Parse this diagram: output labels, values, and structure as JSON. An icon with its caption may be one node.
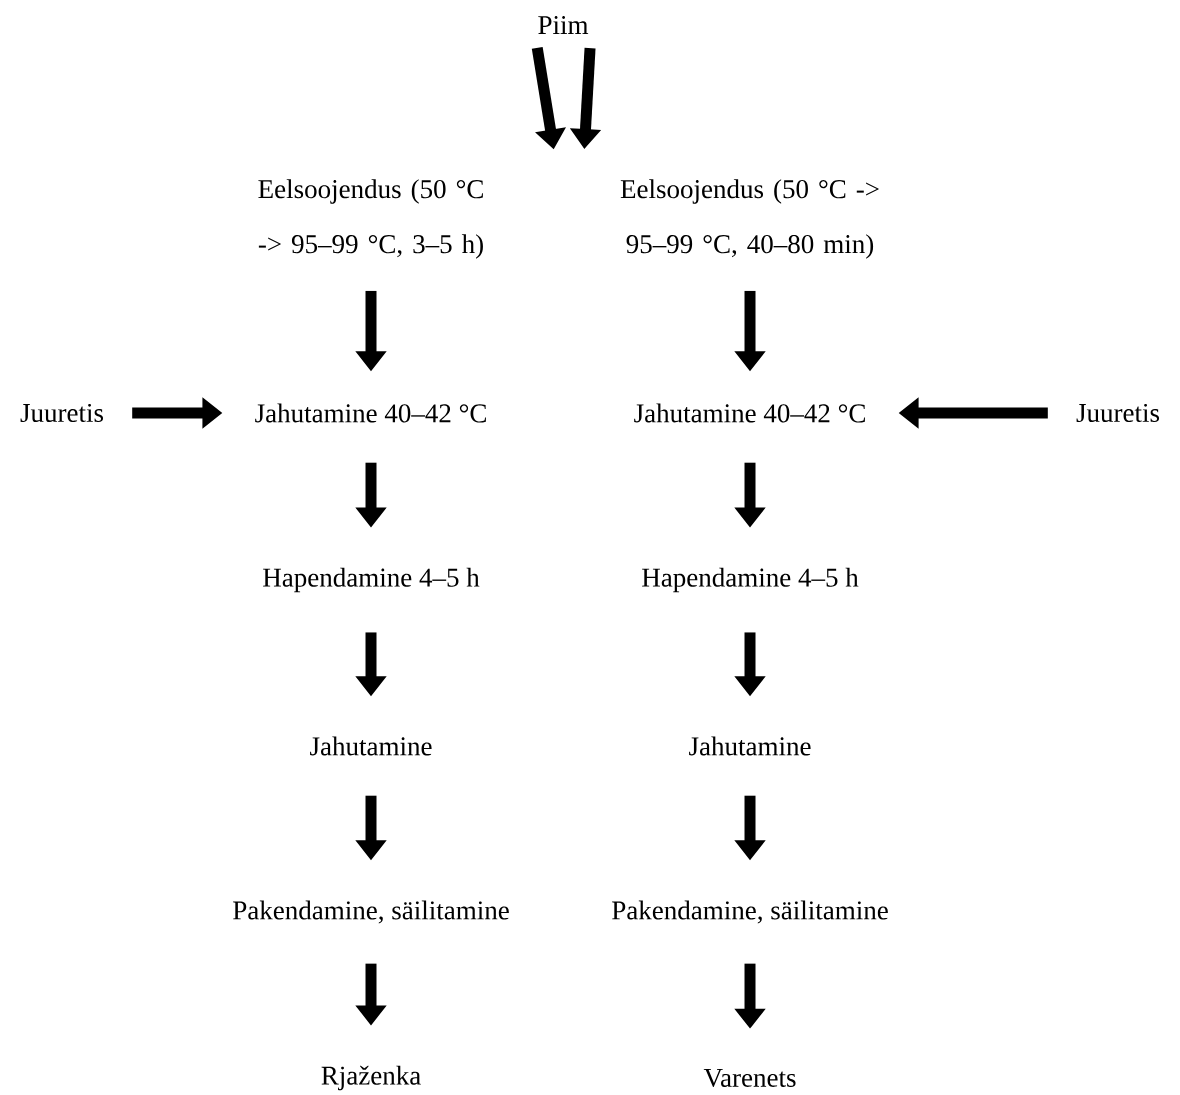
{
  "diagram": {
    "nodes": [
      {
        "text": [
          "Piim"
        ]
      },
      {
        "text": [
          "Eelsoojendus (50 °C -> 95–99 °C, 3–5 h)"
        ]
      },
      {
        "text": [
          "Eelsoojendus (50 °C -> 95–99 °C, 40–80 min)"
        ]
      },
      {
        "text": [
          "Juuretis"
        ]
      },
      {
        "text": [
          "Jahutamine 40–42 °C"
        ]
      },
      {
        "text": [
          "Jahutamine 40–42 °C"
        ]
      },
      {
        "text": [
          "Juuretis"
        ]
      },
      {
        "text": [
          "Hapendamine 4–5 h"
        ]
      },
      {
        "text": [
          "Hapendamine 4–5 h"
        ]
      },
      {
        "text": [
          "Jahutamine"
        ]
      },
      {
        "text": [
          "Jahutamine"
        ]
      },
      {
        "text": [
          "Pakendamine, säilitamine"
        ]
      },
      {
        "text": [
          "Pakendamine, säilitamine"
        ]
      },
      {
        "text": [
          "Rjaženka"
        ]
      },
      {
        "text": [
          "Varenets"
        ]
      }
    ],
    "edges": [
      {
        "from": 0,
        "to": 1,
        "arrow": "to"
      },
      {
        "from": 0,
        "to": 2,
        "arrow": "to"
      },
      {
        "from": 1,
        "to": 4,
        "arrow": "to"
      },
      {
        "from": 2,
        "to": 5,
        "arrow": "to"
      },
      {
        "from": 3,
        "to": 4,
        "arrow": "to"
      },
      {
        "from": 6,
        "to": 5,
        "arrow": "to"
      },
      {
        "from": 4,
        "to": 7,
        "arrow": "to"
      },
      {
        "from": 5,
        "to": 8,
        "arrow": "to"
      },
      {
        "from": 7,
        "to": 9,
        "arrow": "to"
      },
      {
        "from": 8,
        "to": 10,
        "arrow": "to"
      },
      {
        "from": 9,
        "to": 11,
        "arrow": "to"
      },
      {
        "from": 10,
        "to": 12,
        "arrow": "to"
      },
      {
        "from": 11,
        "to": 13,
        "arrow": "to"
      },
      {
        "from": 12,
        "to": 14,
        "arrow": "to"
      }
    ]
  }
}
